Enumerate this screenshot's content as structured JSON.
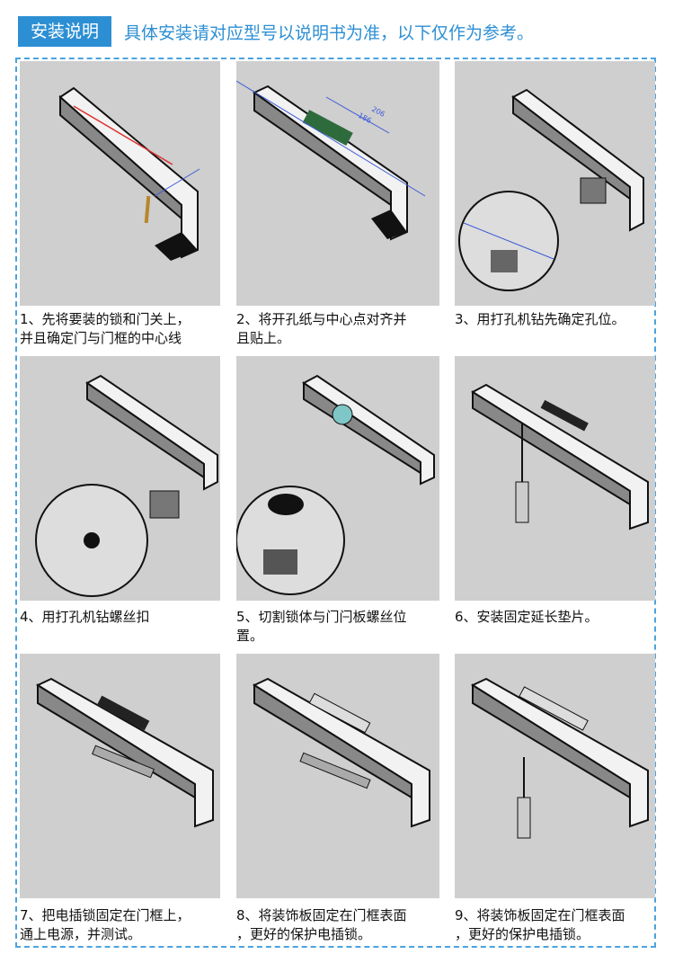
{
  "header": {
    "tag": "安装说明",
    "subtitle": "具体安装请对应型号以说明书为准，以下仅作为参考。"
  },
  "colors": {
    "accent": "#2d8fd3",
    "panel_bg": "#cfcfcf",
    "dashed_border": "#4ca3de"
  },
  "steps": [
    {
      "caption_line1": "1、先将要装的锁和门关上，",
      "caption_line2": "并且确定门与门框的中心线"
    },
    {
      "caption_line1": "2、将开孔纸与中心点对齐并",
      "caption_line2": "且贴上。",
      "dim_label_1": "206",
      "dim_label_2": "186"
    },
    {
      "caption_line1": "3、用打孔机钻先确定孔位。",
      "caption_line2": ""
    },
    {
      "caption_line1": "4、用打孔机钻螺丝扣",
      "caption_line2": ""
    },
    {
      "caption_line1": "5、切割锁体与门闩板螺丝位",
      "caption_line2": "置。"
    },
    {
      "caption_line1": "6、安装固定延长垫片。",
      "caption_line2": ""
    },
    {
      "caption_line1": "7、把电插锁固定在门框上，",
      "caption_line2": "通上电源，并测试。"
    },
    {
      "caption_line1": "8、将装饰板固定在门框表面",
      "caption_line2": "，更好的保护电插锁。"
    },
    {
      "caption_line1": "9、将装饰板固定在门框表面",
      "caption_line2": "，更好的保护电插锁。"
    }
  ]
}
